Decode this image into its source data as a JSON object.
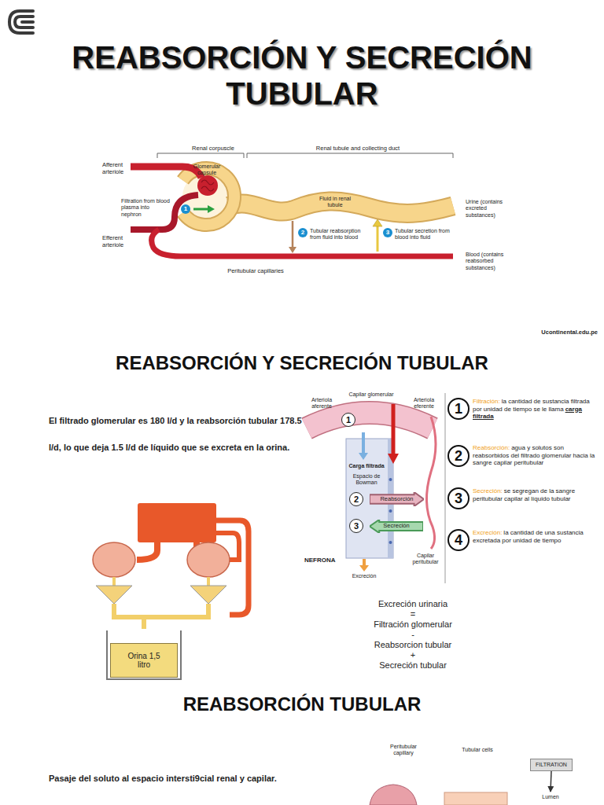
{
  "diagram": {
    "title": "REABSORCIÓN Y SECRECIÓN TUBULAR",
    "nodes": [
      {
        "text": [
          "Orina 1,5 litro"
        ]
      },
      {
        "text": [
          "Reabsorción"
        ]
      },
      {
        "text": [
          "Secreción"
        ]
      },
      {
        "text": [
          "FILTRATION"
        ]
      },
      {
        "text": [
          "Lumen"
        ]
      }
    ],
    "edges": [
      {
        "from": 3,
        "to": 4,
        "arrow": "to"
      }
    ],
    "labels": [
      "Renal corpuscle",
      "Renal tubule and collecting duct",
      "Afferent arteriole",
      "Glomerular capsule",
      "Filtration from blood plasma into nephron",
      "1",
      "Fluid in renal tubule",
      "2",
      "Tubular reabsorption from fluid into blood",
      "3",
      "Tubular secretion from blood into fluid",
      "Urine (contains excreted substances)",
      "Efferent arteriole",
      "Blood (contains reabsorbed substances)",
      "Peritubular capillaries",
      "Ucontinental.edu.pe",
      "REABSORCIÓN Y SECRECIÓN TUBULAR",
      "El filtrado glomerular es 180 l/d y la reabsorción tubular 178.5 l/d, lo que deja 1.5 l/d de líquido que se excreta en la orina.",
      "Arteriola aferente",
      "Capilar glomerular",
      "Arteriola eferente",
      "1",
      "Carga filtrada",
      "Espacio de Bowman",
      "2",
      "3",
      "NEFRONA",
      "Capilar peritubular",
      "Excreción",
      "1",
      "Filtración:",
      "la cantidad de sustancia filtrada por unidad de tiempo se le llama",
      "carga filtrada",
      "2",
      "Reabsorción:",
      "agua y solutos son reabsorbidos del filtrado glomerular hacia la sangre capilar peritubular",
      "3",
      "Secreción:",
      "se segregan de la sangre peritubular capilar al líquido tubular",
      "4",
      "Excreción:",
      "la cantidad de una sustancia excretada por unidad de tiempo",
      "Excreción urinaria",
      "=",
      "Filtración glomerular",
      "-",
      "Reabsorcion tubular",
      "+",
      "Secreción tubular",
      "REABSORCIÓN TUBULAR",
      "Pasaje del soluto al espacio intersti9cial renal y capilar.",
      "Peritubular capillary",
      "Tubular cells"
    ]
  }
}
